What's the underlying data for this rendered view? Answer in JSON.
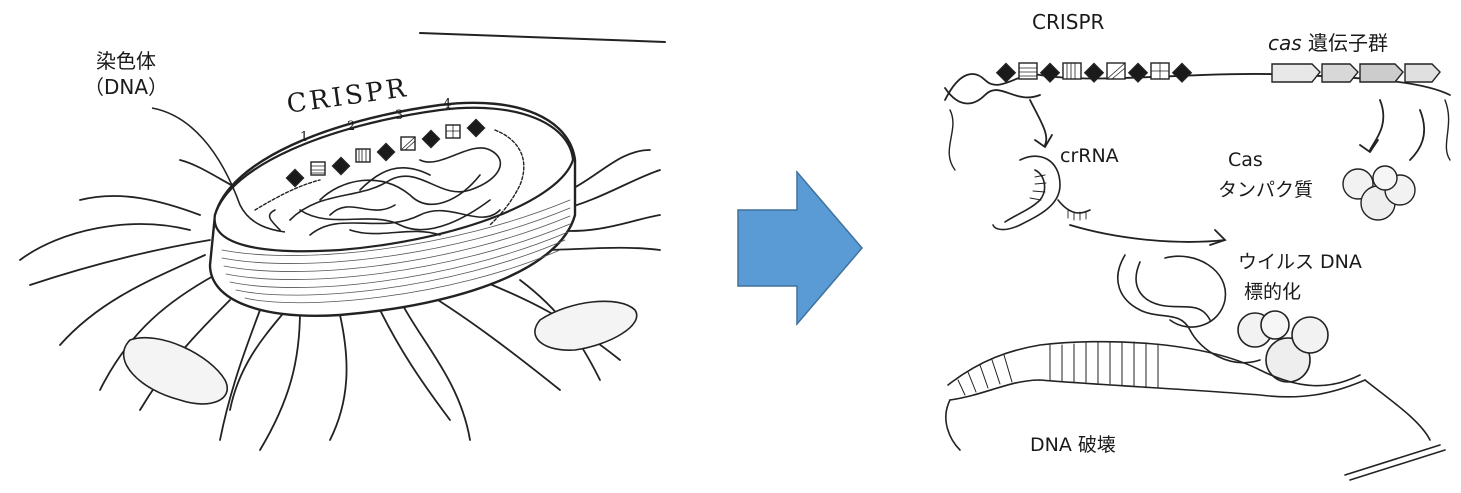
{
  "left": {
    "chromosome_label_line1": "染色体",
    "chromosome_label_line2": "（DNA）",
    "crispr_label": "CRISPR",
    "spacer_numbers": [
      "1",
      "2",
      "3",
      "4"
    ]
  },
  "right": {
    "crispr_label": "CRISPR",
    "cas_italic": "cas",
    "cas_genes_suffix": " 遺伝子群",
    "crrna_label": "crRNA",
    "cas_protein_line1": "Cas",
    "cas_protein_line2": "タンパク質",
    "virus_dna_line1": "ウイルス DNA",
    "virus_dna_line2": "標的化",
    "dna_destroy_label": "DNA 破壊"
  },
  "arrow": {
    "color": "#5b9bd5"
  }
}
